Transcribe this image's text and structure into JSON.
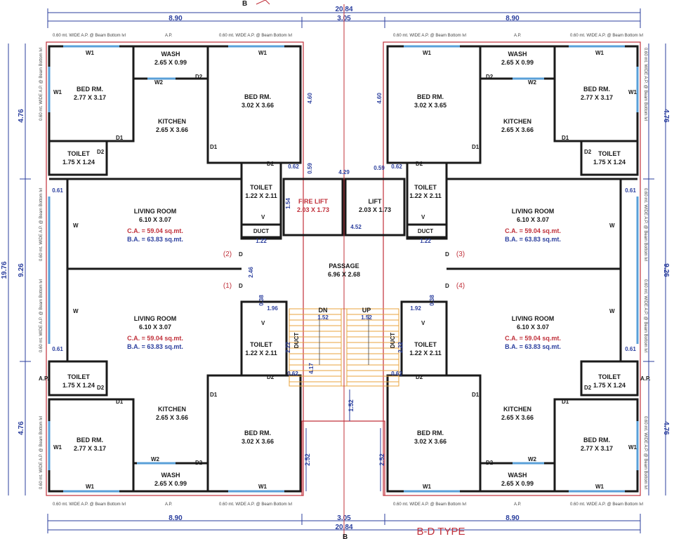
{
  "title": "B-D TYPE",
  "section_marker": "B",
  "dims": {
    "overall": "20.84",
    "left_wing": "8.90",
    "right_wing": "8.90",
    "center": "3.05",
    "side_upper": "4.76",
    "side_mid": "9.26",
    "side_total": "19.76",
    "lift_width": "4.29",
    "core_h": "4.60",
    "d_059": "0.59",
    "d_062": "0.62",
    "d_154": "1.54",
    "d_122": "1.22",
    "d_452": "4.52",
    "d_246": "2.46",
    "d_061": "0.61",
    "d_038": "0.38",
    "d_196": "1.96",
    "d_192": "1.92",
    "d_152": "1.52",
    "d_222": "2.22",
    "d_417": "4.17",
    "d_252": "2.52"
  },
  "rooms": {
    "bed_name": "BED RM.",
    "bed_small": "2.77 X 3.17",
    "bed_large": "3.02 X 3.66",
    "bed_large_alt": "3.02 X 3.65",
    "wash_name": "WASH",
    "wash_size": "2.65 X 0.99",
    "kitchen_name": "KITCHEN",
    "kitchen_size": "2.65 X 3.66",
    "toilet_name": "TOILET",
    "toilet_small": "1.75 X 1.24",
    "toilet_core": "1.22 X 2.11",
    "living_name": "LIVING ROOM",
    "living_size": "6.10 X 3.07",
    "ca": "C.A. = 59.04 sq.mt.",
    "ba": "B.A. = 63.83 sq.mt.",
    "fire_lift": "FIRE LIFT",
    "fire_lift_size": "2.03 X 1.73",
    "lift": "LIFT",
    "lift_size": "2.03 X 1.73",
    "duct": "DUCT",
    "passage": "PASSAGE",
    "passage_size": "6.96 X 2.68",
    "dn": "DN",
    "up": "UP"
  },
  "units": [
    "(1)",
    "(2)",
    "(3)",
    "(4)"
  ],
  "tags": {
    "w": "W",
    "w1": "W1",
    "w2": "W2",
    "d": "D",
    "d1": "D1",
    "d2": "D2",
    "v": "V",
    "ap": "A.P."
  },
  "notes": {
    "ap_wide": "0.60 mt. WIDE A.P. @ Beam Bottom lvl"
  },
  "colors": {
    "wall": "#1a1a1a",
    "blue": "#2b3f9e",
    "red": "#c0303a",
    "window": "#5aa0d8",
    "stair": "#e8a33c"
  }
}
